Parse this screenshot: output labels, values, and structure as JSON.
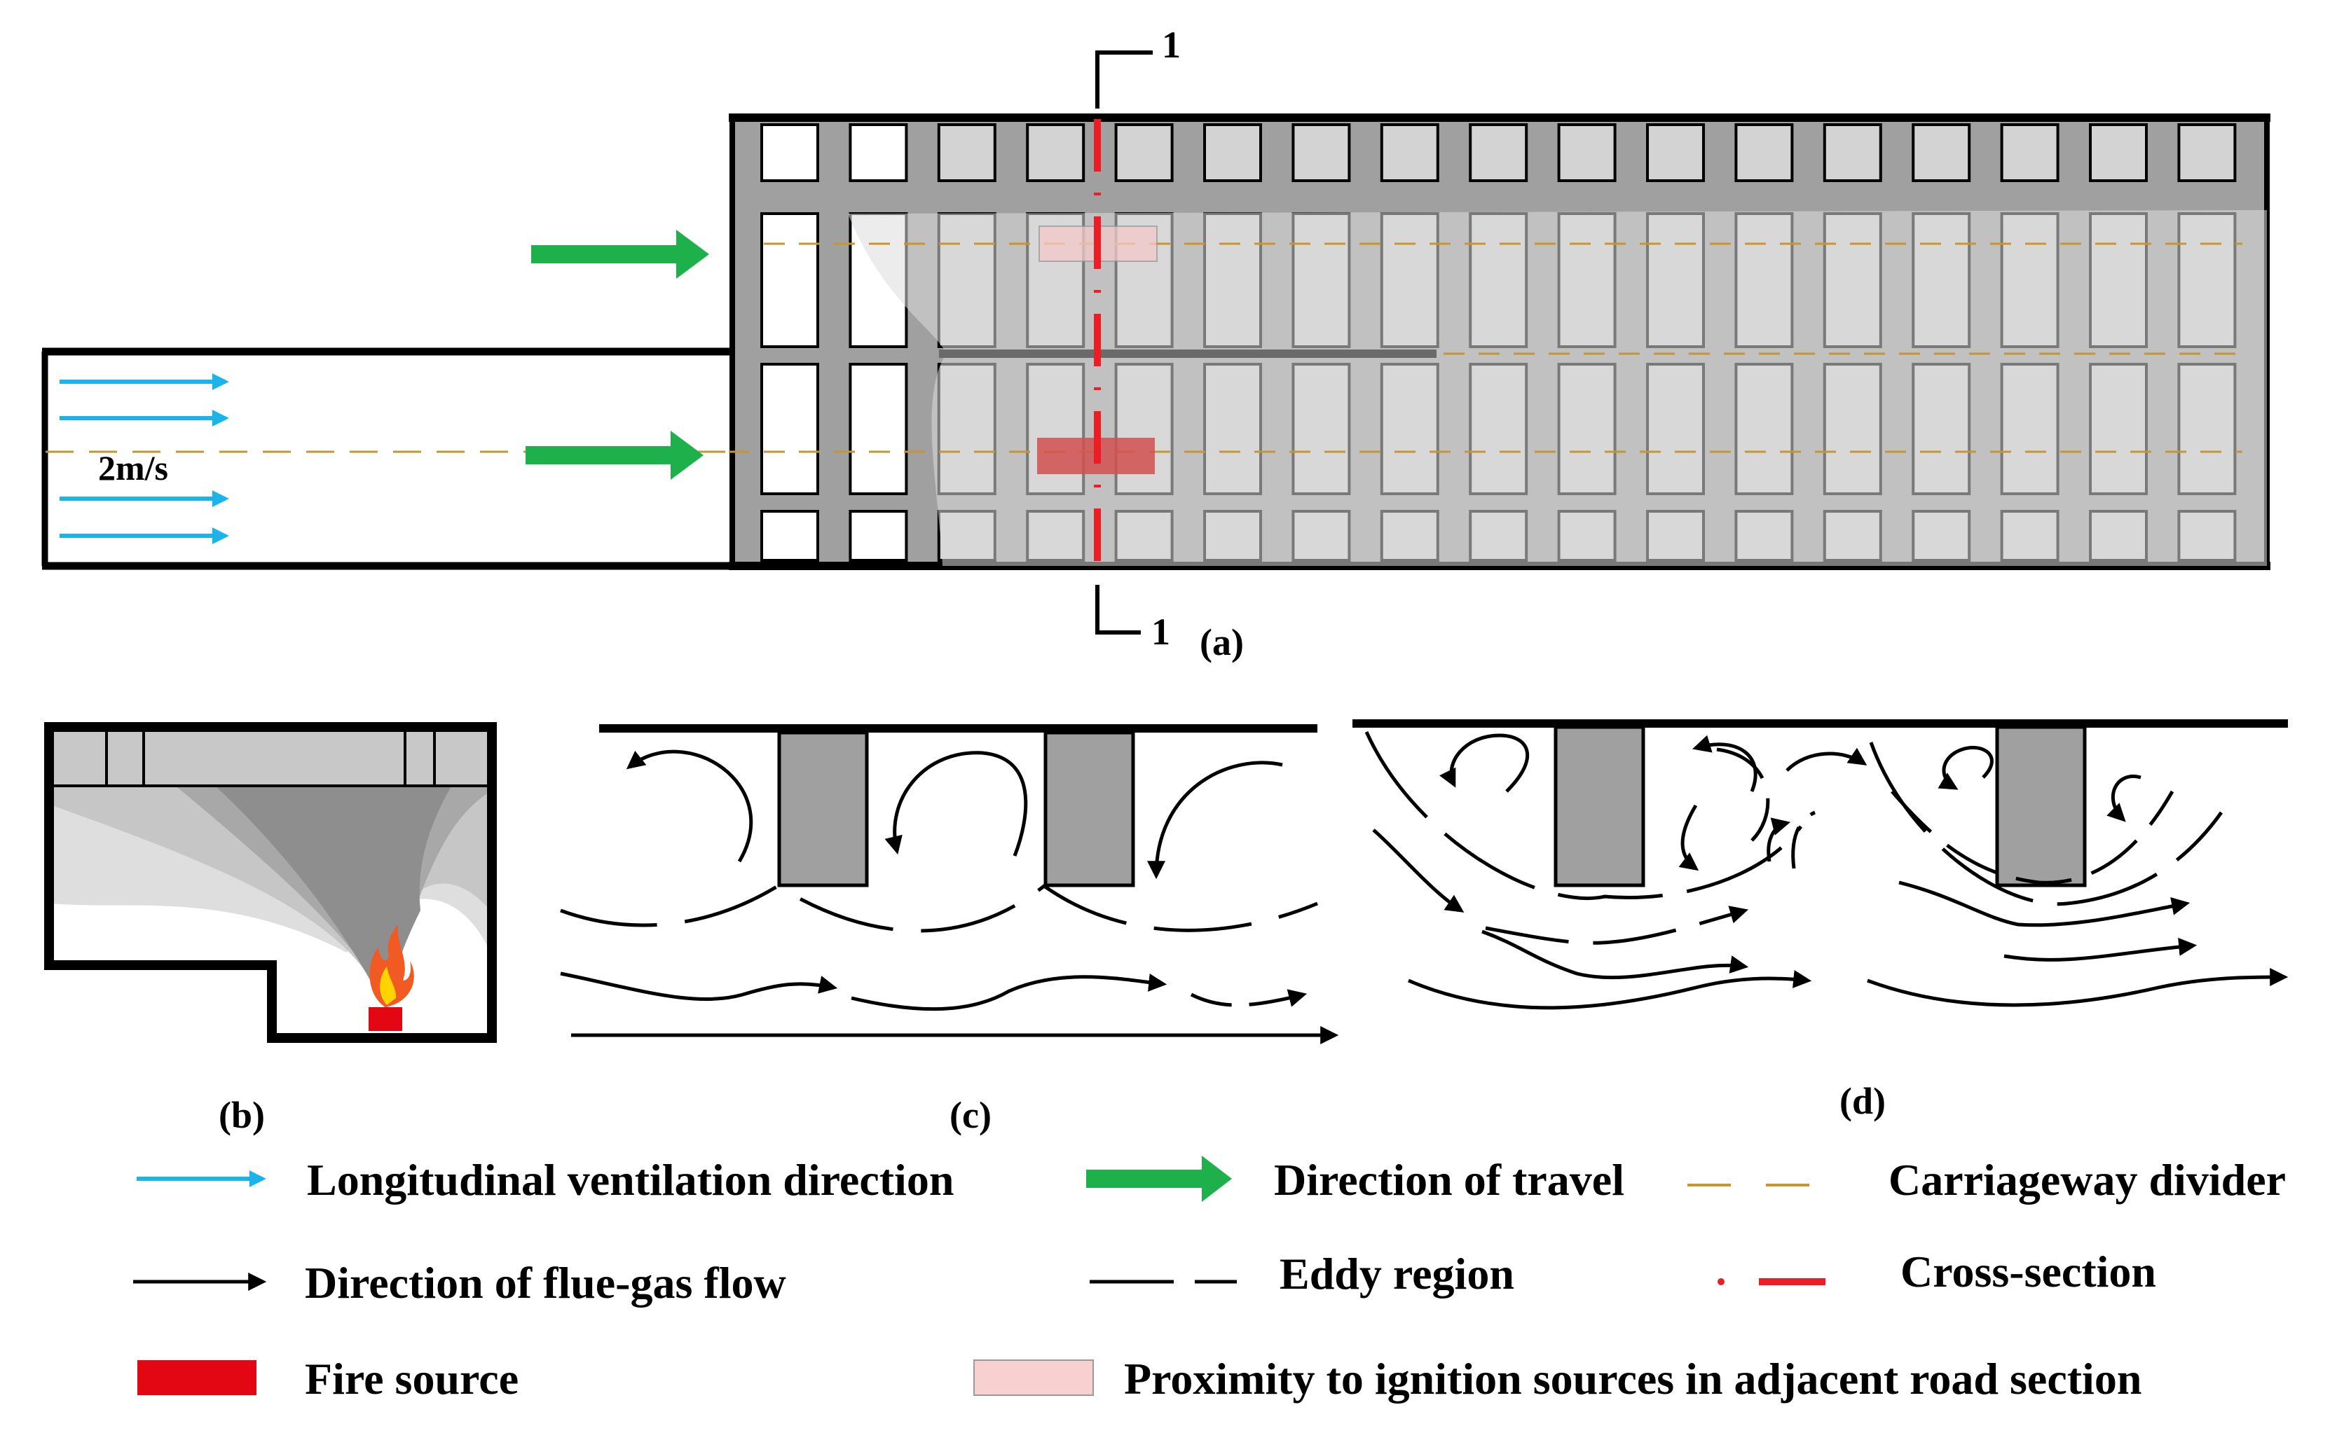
{
  "panel_a": {
    "wind_speed": "2m/s",
    "section_mark_top": "1",
    "section_mark_bottom": "1",
    "label": "(a)"
  },
  "panel_b": {
    "label": "(b)"
  },
  "panel_c": {
    "label": "(c)"
  },
  "panel_d": {
    "label": "(d)"
  },
  "legend": {
    "longitudinal": "Longitudinal ventilation direction",
    "travel": "Direction of travel",
    "divider": "Carriageway divider",
    "flue_gas": "Direction of flue-gas flow",
    "eddy": "Eddy region",
    "cross_section": "Cross-section",
    "fire_source": "Fire source",
    "proximity": "Proximity to ignition sources in adjacent road section"
  },
  "colors": {
    "ventilation": "#1ab4ea",
    "travel": "#1db04b",
    "divider": "#c8962f",
    "cross_section": "#ee1c24",
    "fire_source": "#e30613",
    "proximity": "#f8d0d0",
    "structure": "#a0a0a0",
    "smoke_light": "#d0d0d0",
    "smoke_dark": "#888888"
  }
}
